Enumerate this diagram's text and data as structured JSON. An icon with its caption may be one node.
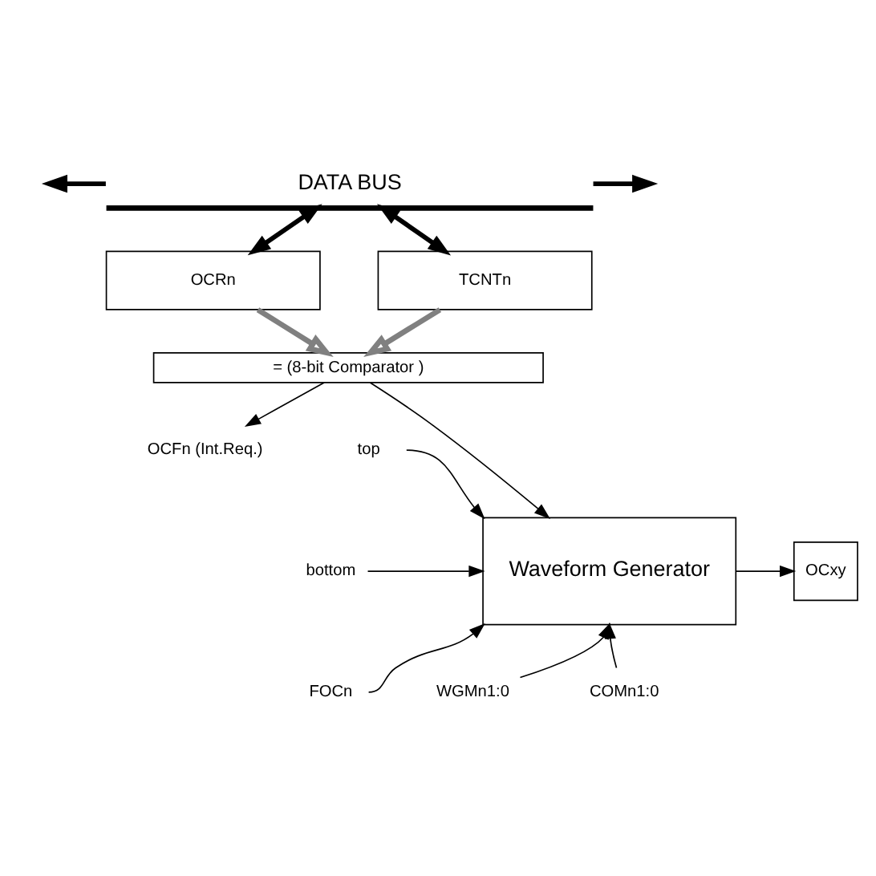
{
  "diagram": {
    "nodes": [
      {
        "text": [
          "DATA BUS"
        ]
      },
      {
        "text": [
          "OCRn"
        ]
      },
      {
        "text": [
          "TCNTn"
        ]
      },
      {
        "text": [
          "= (8-bit Comparator )"
        ]
      },
      {
        "text": [
          "OCFn (Int.Req.)"
        ]
      },
      {
        "text": [
          "top"
        ]
      },
      {
        "text": [
          "bottom"
        ]
      },
      {
        "text": [
          "FOCn"
        ]
      },
      {
        "text": [
          "Waveform Generator"
        ]
      },
      {
        "text": [
          "OCxy"
        ]
      },
      {
        "text": [
          "WGMn1:0"
        ]
      },
      {
        "text": [
          "COMn1:0"
        ]
      }
    ],
    "edges": [
      {
        "from": 0,
        "to": null,
        "arrow": "to",
        "style": "thick"
      },
      {
        "from": 0,
        "to": null,
        "arrow": "to",
        "style": "thick"
      },
      {
        "from": 0,
        "to": 1,
        "arrow": "both",
        "style": "thick"
      },
      {
        "from": 0,
        "to": 2,
        "arrow": "both",
        "style": "thick"
      },
      {
        "from": 1,
        "to": 3,
        "arrow": "to",
        "style": "thick",
        "color": "#808080"
      },
      {
        "from": 2,
        "to": 3,
        "arrow": "to",
        "style": "thick",
        "color": "#808080"
      },
      {
        "from": 3,
        "to": 4,
        "arrow": "to"
      },
      {
        "from": 3,
        "to": 8,
        "arrow": "to"
      },
      {
        "from": 5,
        "to": 8,
        "arrow": "to"
      },
      {
        "from": 6,
        "to": 8,
        "arrow": "to"
      },
      {
        "from": 7,
        "to": 8,
        "arrow": "to"
      },
      {
        "from": 8,
        "to": 9,
        "arrow": "to"
      },
      {
        "from": 10,
        "to": 8,
        "arrow": "to"
      },
      {
        "from": 11,
        "to": 8,
        "arrow": "to"
      }
    ]
  }
}
